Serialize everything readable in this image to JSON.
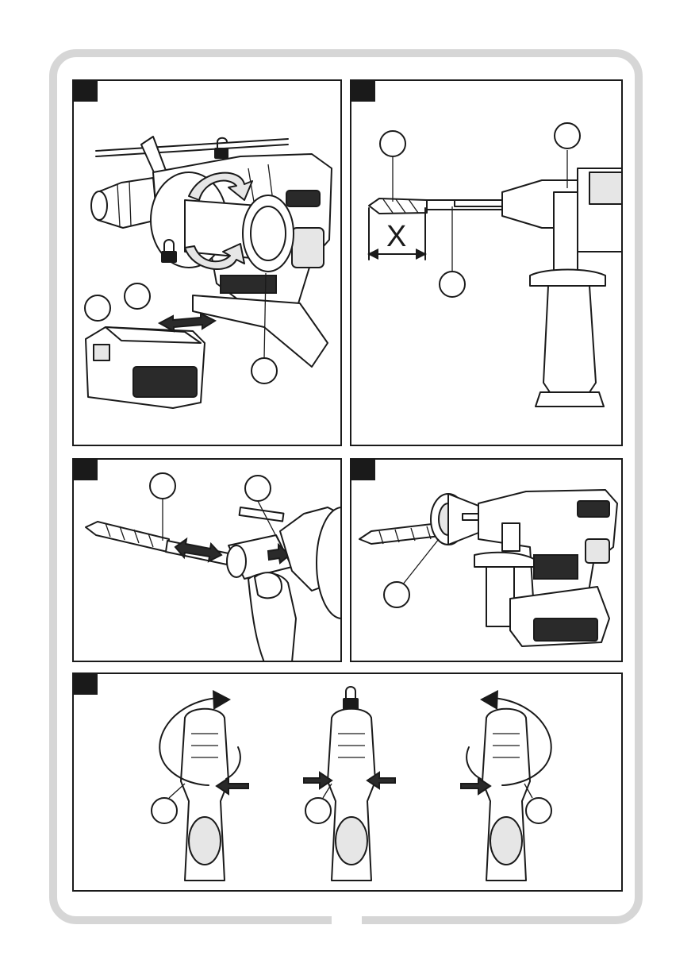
{
  "panels": [
    {
      "id": "A",
      "subject": "battery-insertion-and-handle-rotation",
      "label": ""
    },
    {
      "id": "B",
      "subject": "drill-bit-depth-setting",
      "label": "",
      "dimension_label": "X"
    },
    {
      "id": "C",
      "subject": "drill-bit-insertion",
      "label": ""
    },
    {
      "id": "D",
      "subject": "dust-cup-attached",
      "label": ""
    },
    {
      "id": "E",
      "subject": "direction-switch-positions",
      "label": ""
    }
  ],
  "icons": [
    "lock-open-icon",
    "lock-closed-icon",
    "rotate-arrow-icon",
    "double-arrow-icon",
    "push-arrow-icon"
  ],
  "colors": {
    "line": "#1a1a1a",
    "frame": "#d6d6d6",
    "shade": "#e6e6e6"
  }
}
